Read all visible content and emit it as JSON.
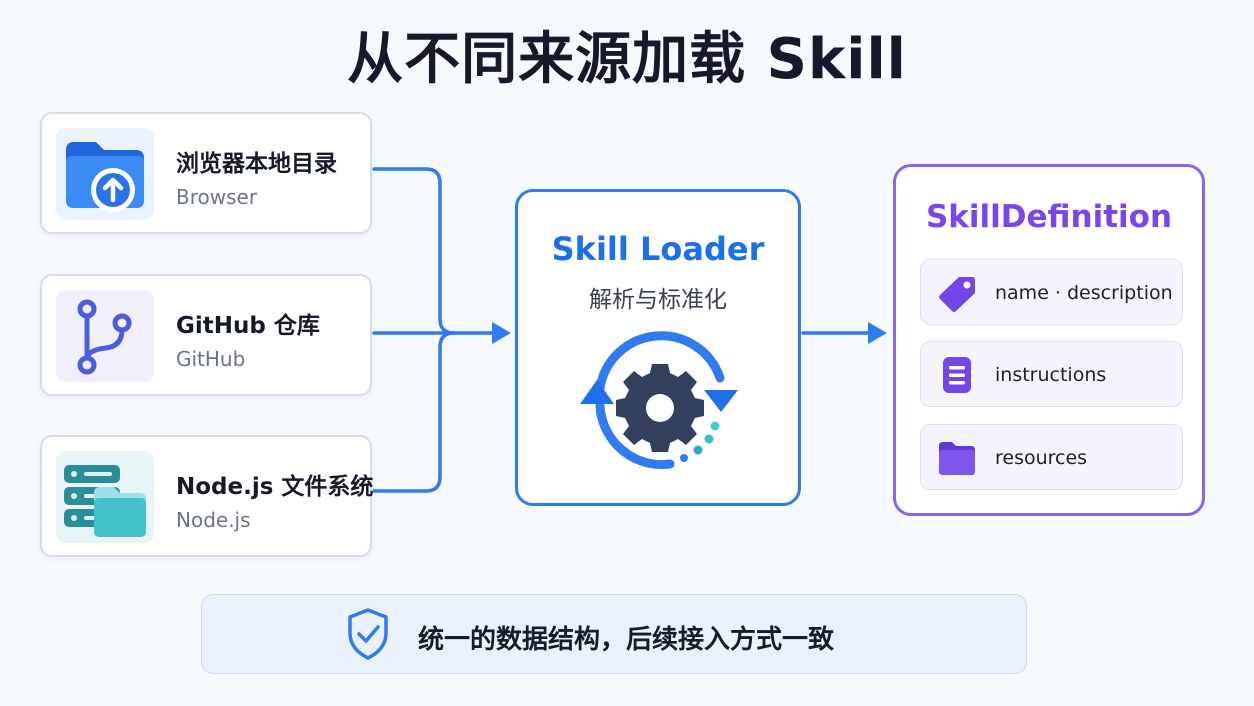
{
  "title": "从不同来源加载 Skill",
  "sources": [
    {
      "label": "浏览器本地目录",
      "sub": "Browser",
      "icon": "folder-upload-icon"
    },
    {
      "label": "GitHub 仓库",
      "sub": "GitHub",
      "icon": "git-branch-icon"
    },
    {
      "label": "Node.js 文件系统",
      "sub": "Node.js",
      "icon": "server-folder-icon"
    }
  ],
  "loader": {
    "title": "Skill Loader",
    "subtitle": "解析与标准化",
    "icon": "gear-cycle-icon"
  },
  "definition": {
    "title": "SkillDefinition",
    "fields": [
      {
        "label": "name · description",
        "icon": "tag-icon"
      },
      {
        "label": "instructions",
        "icon": "document-icon"
      },
      {
        "label": "resources",
        "icon": "folder-icon"
      }
    ]
  },
  "banner": {
    "text": "统一的数据结构，后续接入方式一致",
    "icon": "shield-check-icon"
  },
  "colors": {
    "blue": "#2e7cf0",
    "purple": "#8e63ec",
    "teal": "#3cc0c8"
  }
}
